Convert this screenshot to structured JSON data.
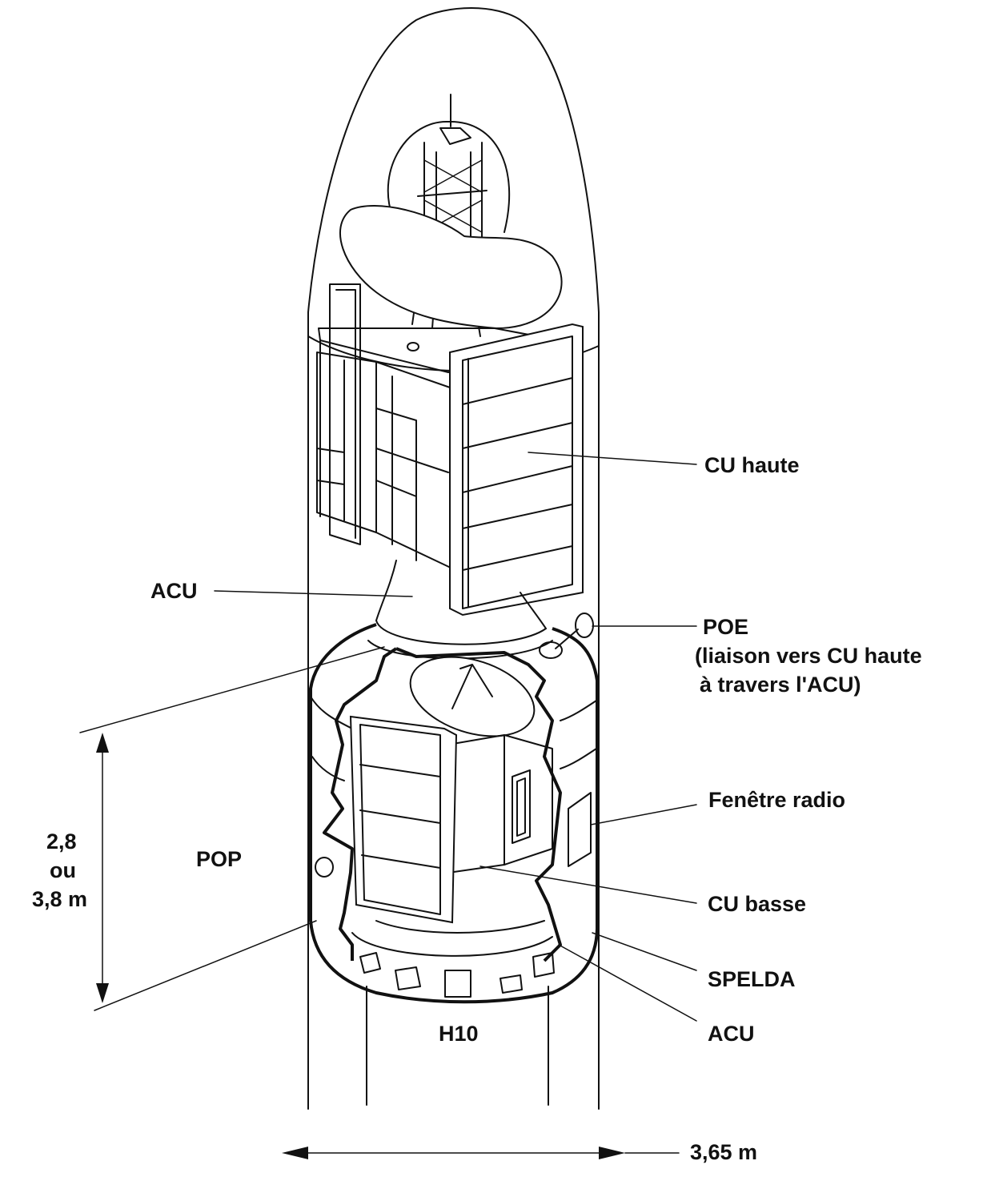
{
  "labels": {
    "cu_haute": "CU haute",
    "acu_top": "ACU",
    "poe_line1": "POE",
    "poe_line2": "(liaison vers CU haute",
    "poe_line3": "à travers l'ACU)",
    "fenetre_radio": "Fenêtre radio",
    "cu_basse": "CU basse",
    "spelda": "SPELDA",
    "acu_bottom": "ACU",
    "pop": "POP",
    "h10": "H10",
    "height_line1": "2,8",
    "height_line2": "ou",
    "height_line3": "3,8 m",
    "width": "3,65 m"
  }
}
